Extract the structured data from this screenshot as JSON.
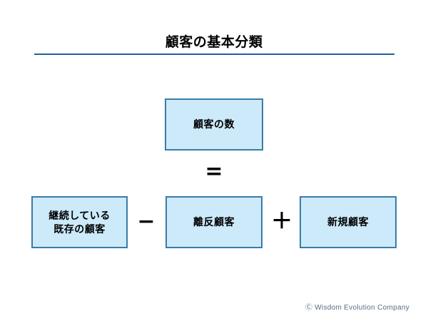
{
  "slide": {
    "title": "顧客の基本分類",
    "background_color": "#ffffff",
    "rule_color": "#1f5fa0"
  },
  "theme": {
    "box_fill": "#cdeafa",
    "box_border": "#3a7ca8",
    "text_color": "#000000",
    "footer_color": "#5a6a86"
  },
  "equation": {
    "result": {
      "label": "顧客の数",
      "name": "total-customers"
    },
    "equals_symbol": "=",
    "terms": [
      {
        "label": "継続している\n既存の顧客",
        "name": "continuing-existing-customers",
        "operator_before": ""
      },
      {
        "label": "離反顧客",
        "name": "churned-customers",
        "operator_before": "−"
      },
      {
        "label": "新規顧客",
        "name": "new-customers",
        "operator_before": "＋"
      }
    ]
  },
  "footer": {
    "copyright": "Ⓒ Wisdom Evolution Company"
  }
}
